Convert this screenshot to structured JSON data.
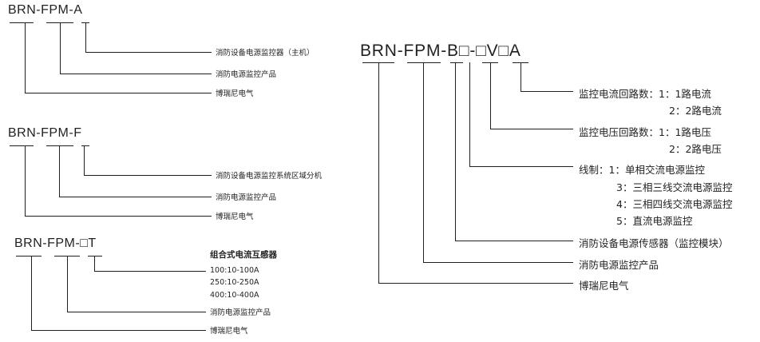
{
  "diagramA": {
    "code": "BRN-FPM-A",
    "labels": [
      "消防设备电源监控器（主机）",
      "消防电源监控产品",
      "博瑞尼电气"
    ]
  },
  "diagramF": {
    "code": "BRN-FPM-F",
    "labels": [
      "消防设备电源监控系统区域分机",
      "消防电源监控产品",
      "博瑞尼电气"
    ]
  },
  "diagramT": {
    "code": "BRN-FPM-□T",
    "heading": "组合式电流互感器",
    "options": [
      "100:10-100A",
      "250:10-250A",
      "400:10-400A"
    ],
    "labels": [
      "消防电源监控产品",
      "博瑞尼电气"
    ]
  },
  "diagramB": {
    "code": "BRN-FPM-B□-□V□A",
    "current_loops": {
      "title": "监控电流回路数：1：1路电流",
      "line2": "2：2路电流"
    },
    "voltage_loops": {
      "title": "监控电压回路数：1：1路电压",
      "line2": "2：2路电压"
    },
    "wiring": {
      "title": "线制：1：单相交流电源监控",
      "lines": [
        "3：三相三线交流电源监控",
        "4：三相四线交流电源监控",
        "5：直流电源监控"
      ]
    },
    "labels": [
      "消防设备电源传感器（监控模块）",
      "消防电源监控产品",
      "博瑞尼电气"
    ]
  }
}
